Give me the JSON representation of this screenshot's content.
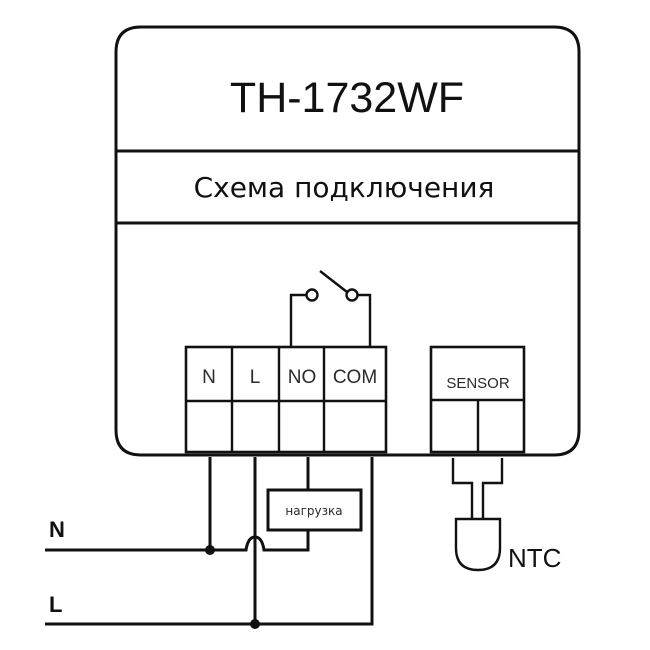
{
  "device": {
    "model": "TH-1732WF",
    "subtitle": "Схема подключения"
  },
  "power_terminals": [
    {
      "label": "N"
    },
    {
      "label": "L"
    },
    {
      "label": "NO"
    },
    {
      "label": "COM"
    }
  ],
  "sensor_terminal": {
    "label": "SENSOR"
  },
  "load": {
    "label": "нагрузка"
  },
  "supply_lines": [
    {
      "label": "N"
    },
    {
      "label": "L"
    }
  ],
  "probe": {
    "label": "NTC"
  },
  "colors": {
    "line": "#111111",
    "background": "#ffffff"
  }
}
